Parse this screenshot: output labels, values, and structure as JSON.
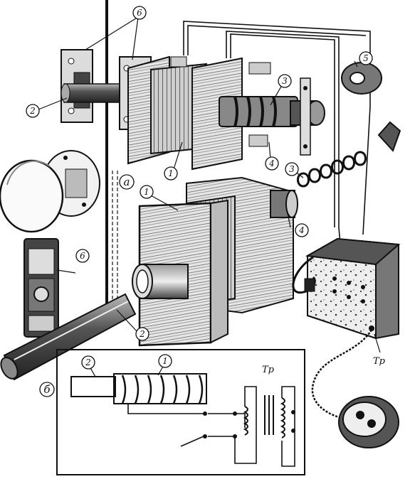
{
  "labels": {
    "one": "1",
    "two": "2",
    "three": "3",
    "four": "4",
    "five": "5",
    "six": "6",
    "a": "а",
    "b": "б",
    "tr": "Тр"
  },
  "colors": {
    "ink": "#111111",
    "paper": "#ffffff",
    "wood_light": "#d9d9d9",
    "wood_mid": "#9a9a9a",
    "metal": "#6f6f6f"
  }
}
